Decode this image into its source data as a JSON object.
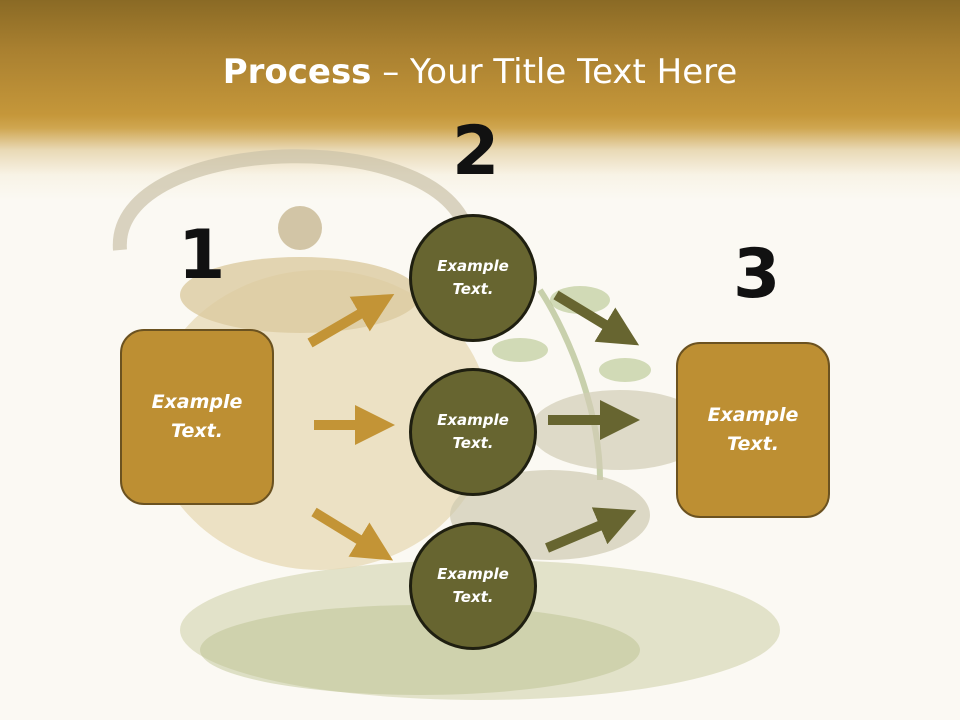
{
  "slide": {
    "title_bold": "Process",
    "title_rest": " – Your Title Text Here"
  },
  "steps": {
    "one": "1",
    "two": "2",
    "three": "3"
  },
  "left_box": {
    "text_line1": "Example",
    "text_line2": "Text."
  },
  "right_box": {
    "text_line1": "Example",
    "text_line2": "Text."
  },
  "circles": [
    {
      "line1": "Example",
      "line2": "Text."
    },
    {
      "line1": "Example",
      "line2": "Text."
    },
    {
      "line1": "Example",
      "line2": "Text."
    }
  ],
  "colors": {
    "banner": "#c5973a",
    "box_fill": "#bd8f33",
    "circle_fill": "#676530",
    "arrow_gold": "#c39436",
    "arrow_olive": "#676530"
  }
}
